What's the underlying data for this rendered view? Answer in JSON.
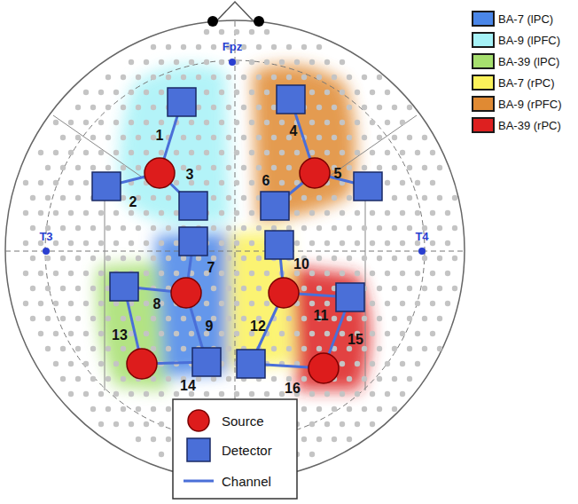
{
  "diagram": {
    "labels": [
      "Fpz",
      "T3",
      "T4",
      "1",
      "2",
      "3",
      "4",
      "5",
      "6",
      "7",
      "8",
      "9",
      "10",
      "11",
      "12",
      "13",
      "14",
      "15",
      "16"
    ],
    "legend": [
      {
        "text": "BA-7  (lPC)",
        "color": "#4a86e8"
      },
      {
        "text": "BA-9  (lPFC)",
        "color": "#a6f2f7"
      },
      {
        "text": "BA-39  (lPC)",
        "color": "#a6df6e"
      },
      {
        "text": "BA-7  (rPC)",
        "color": "#fbf25a"
      },
      {
        "text": "BA-9  (rPFC)",
        "color": "#e08a33"
      },
      {
        "text": "BA-39  (rPC)",
        "color": "#dd2020"
      },
      {
        "text": "Source"
      },
      {
        "text": "Detector"
      },
      {
        "text": "Channel"
      }
    ]
  }
}
